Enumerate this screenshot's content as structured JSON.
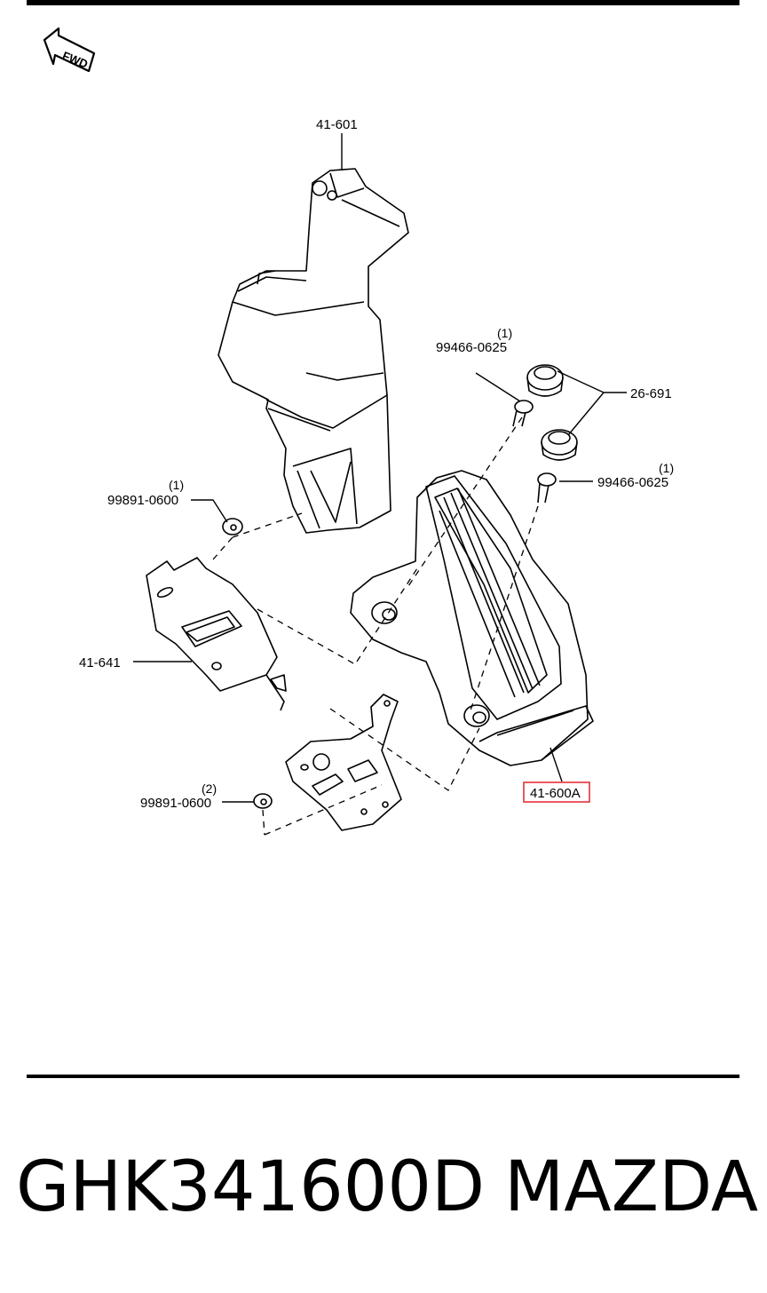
{
  "fwd_label": "FWD",
  "callouts": {
    "part_41_601": "41-601",
    "bolt_upper_qty": "(1)",
    "bolt_upper": "99466-0625",
    "grommet": "26-691",
    "bolt_lower_qty": "(1)",
    "bolt_lower": "99466-0625",
    "nut_upper_qty": "(1)",
    "nut_upper": "99891-0600",
    "bracket": "41-641",
    "nut_lower_qty": "(2)",
    "nut_lower": "99891-0600",
    "pedal": "41-600A"
  },
  "highlight_color": "#e8303a",
  "footer": {
    "part_number": "GHK341600D",
    "brand": "MAZDA"
  }
}
